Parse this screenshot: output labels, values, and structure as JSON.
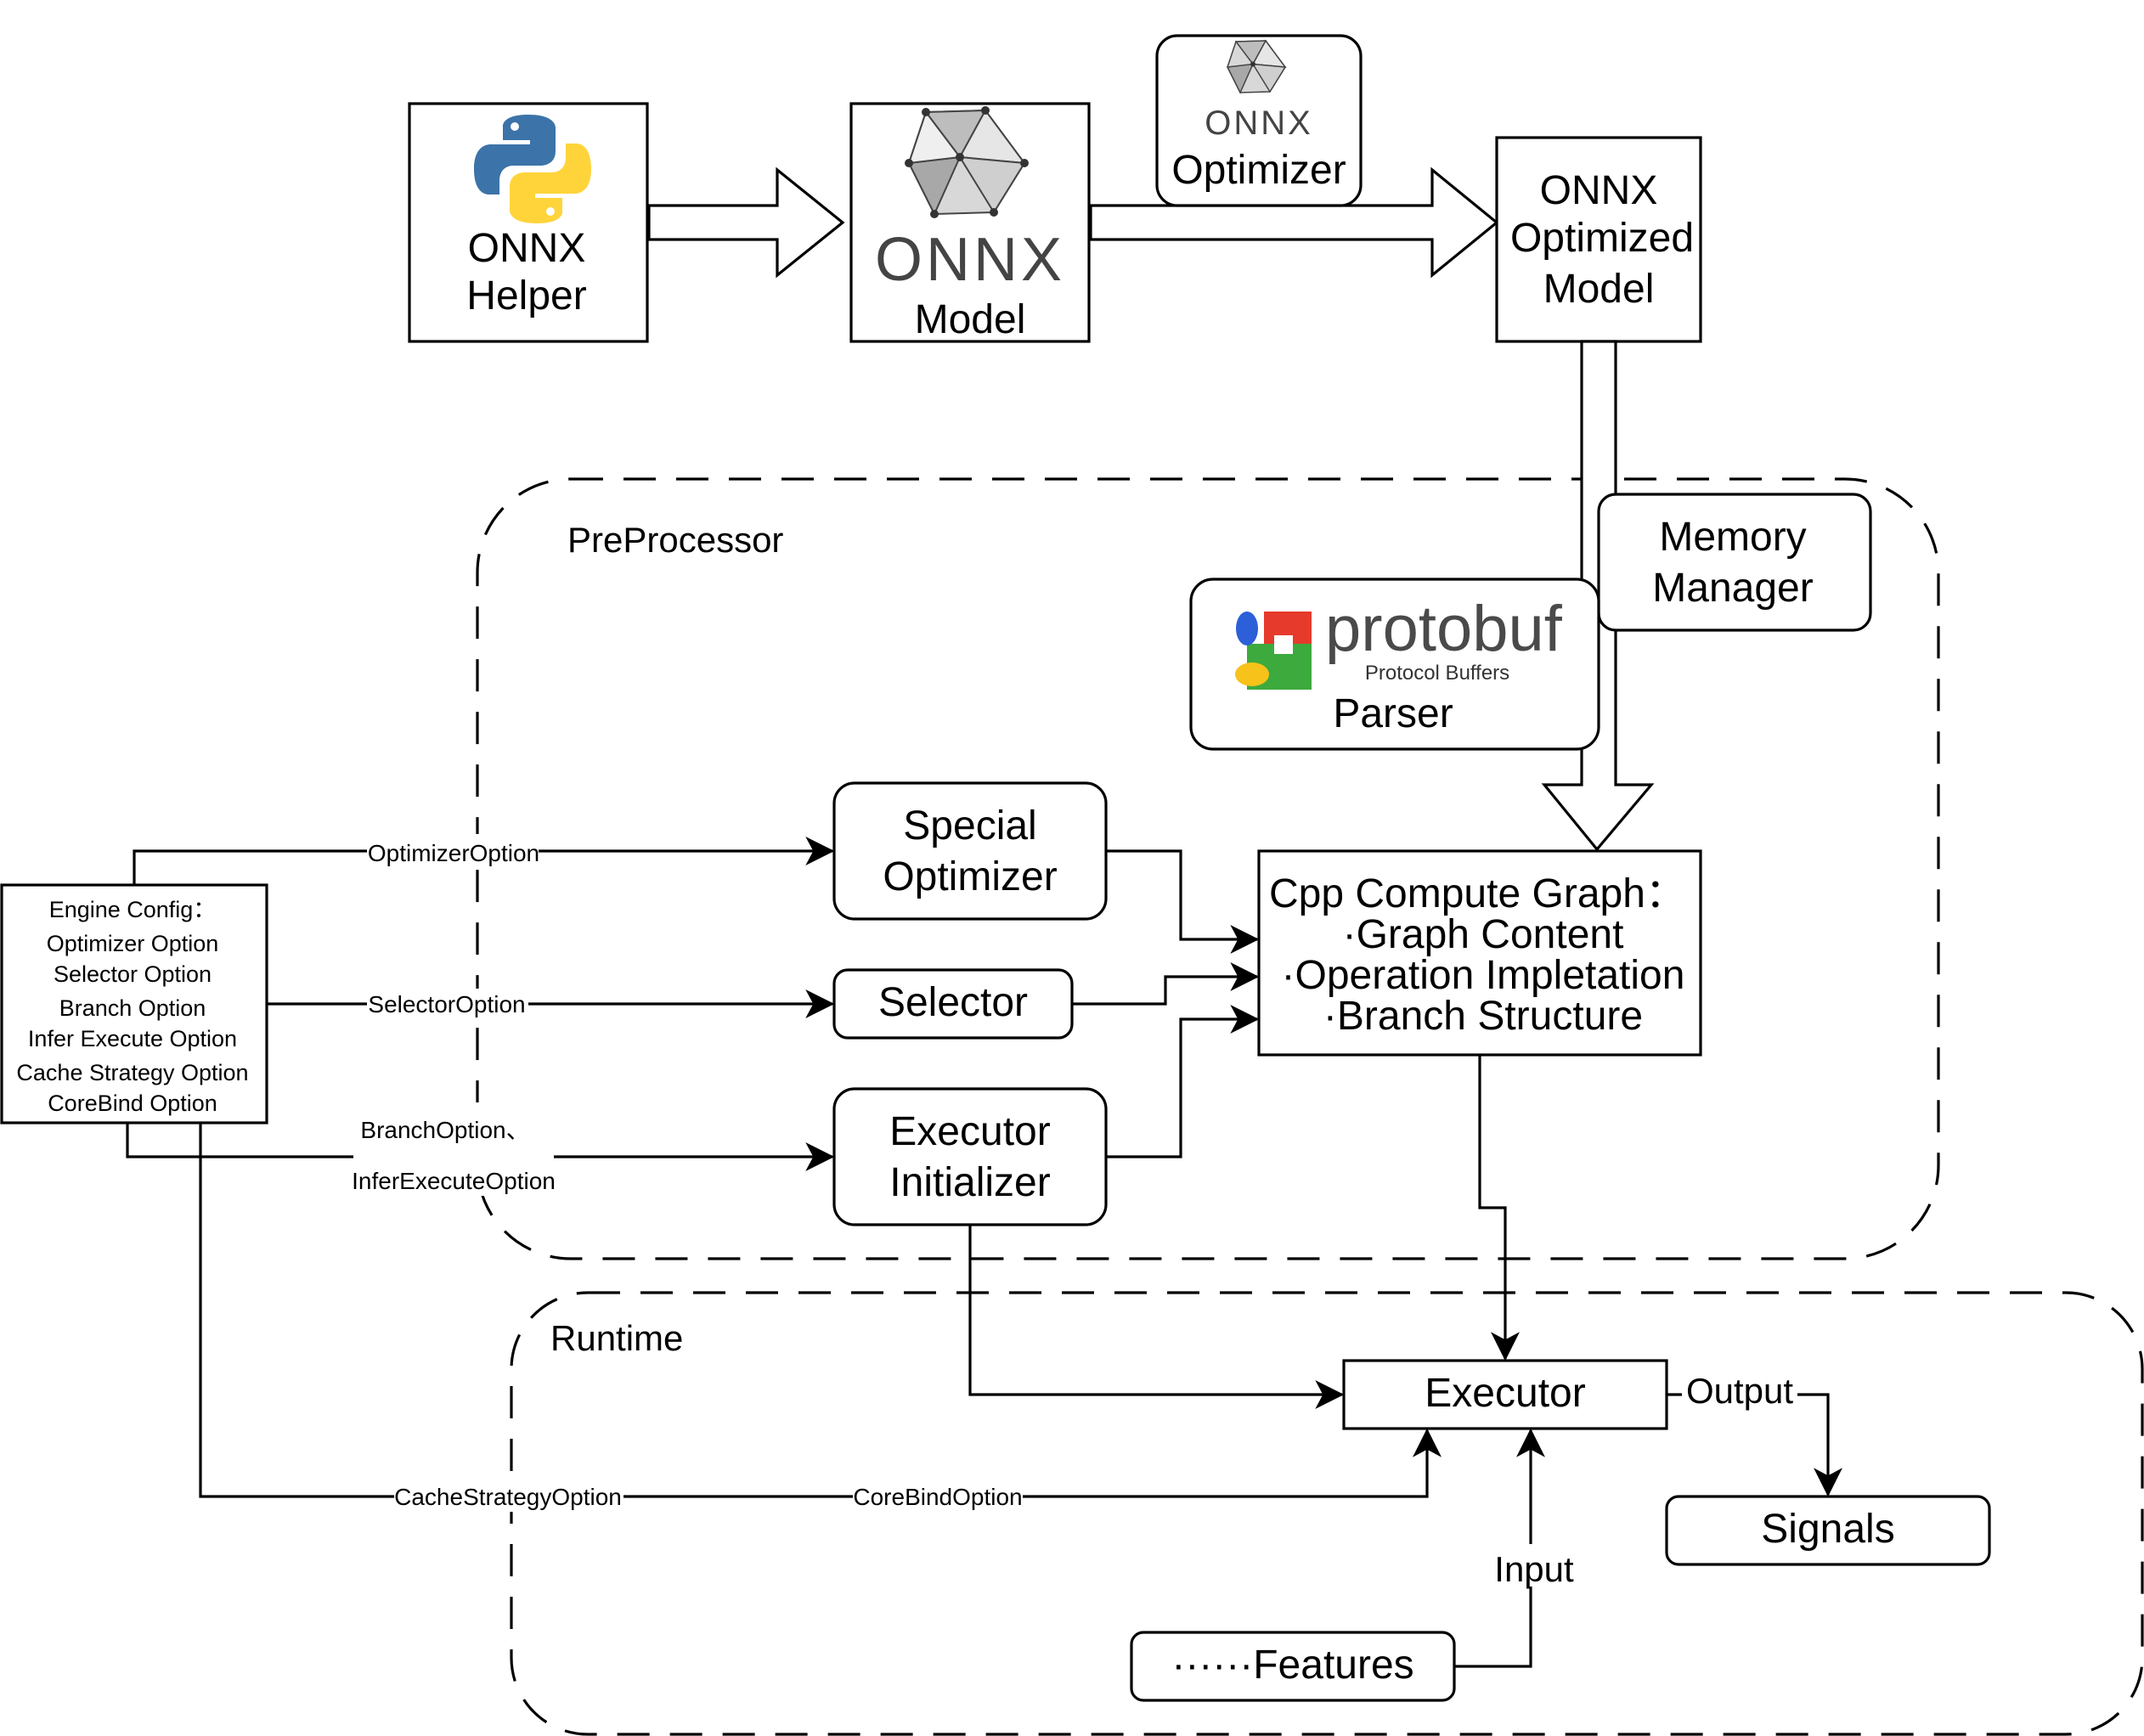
{
  "top_row": {
    "helper": {
      "lines": [
        "ONNX",
        "Helper"
      ],
      "icon": "python-logo-icon"
    },
    "model": {
      "logo_text": "ONNX",
      "label": "Model",
      "icon": "onnx-logo-icon"
    },
    "optimizer": {
      "logo_text": "ONNX",
      "label": "Optimizer",
      "icon": "onnx-logo-icon"
    },
    "optimized": {
      "lines": [
        "ONNX",
        "Optimized",
        "Model"
      ]
    }
  },
  "preprocessor": {
    "title": "PreProcessor",
    "memory_manager": {
      "lines": [
        "Memory",
        "Manager"
      ]
    },
    "parser": {
      "brand": "protobuf",
      "brand_sub": "Protocol Buffers",
      "label": "Parser",
      "icon": "google-protobuf-logo-icon"
    },
    "special_optimizer": {
      "lines": [
        "Special",
        "Optimizer"
      ]
    },
    "selector": {
      "label": "Selector"
    },
    "executor_initializer": {
      "lines": [
        "Executor",
        "Initializer"
      ]
    },
    "compute_graph": {
      "lines": [
        "Cpp Compute Graph：",
        "·Graph Content",
        "·Operation Impletation",
        "·Branch Structure"
      ]
    }
  },
  "engine_config": {
    "lines": [
      "Engine Config：",
      "Optimizer Option",
      "Selector Option",
      "Branch Option",
      "Infer Execute Option",
      "Cache Strategy Option",
      "CoreBind Option"
    ]
  },
  "edge_labels": {
    "optimizer_option": "OptimizerOption",
    "selector_option": "SelectorOption",
    "branch_option": "BranchOption、",
    "infer_execute_option": "InferExecuteOption",
    "cache_strategy_option": "CacheStrategyOption",
    "corebind_option": "CoreBindOption",
    "output": "Output",
    "input": "Input"
  },
  "runtime": {
    "title": "Runtime",
    "executor": {
      "label": "Executor"
    },
    "signals": {
      "label": "Signals"
    },
    "features": {
      "label": "······Features"
    }
  },
  "colors": {
    "python_blue": "#3C73A8",
    "python_yellow": "#FFD43B",
    "onnx_gray": "#555555",
    "google_red": "#E53A2C",
    "google_green": "#3DAA3D",
    "google_blue": "#2C5FD8",
    "google_yellow": "#F7C21A"
  }
}
